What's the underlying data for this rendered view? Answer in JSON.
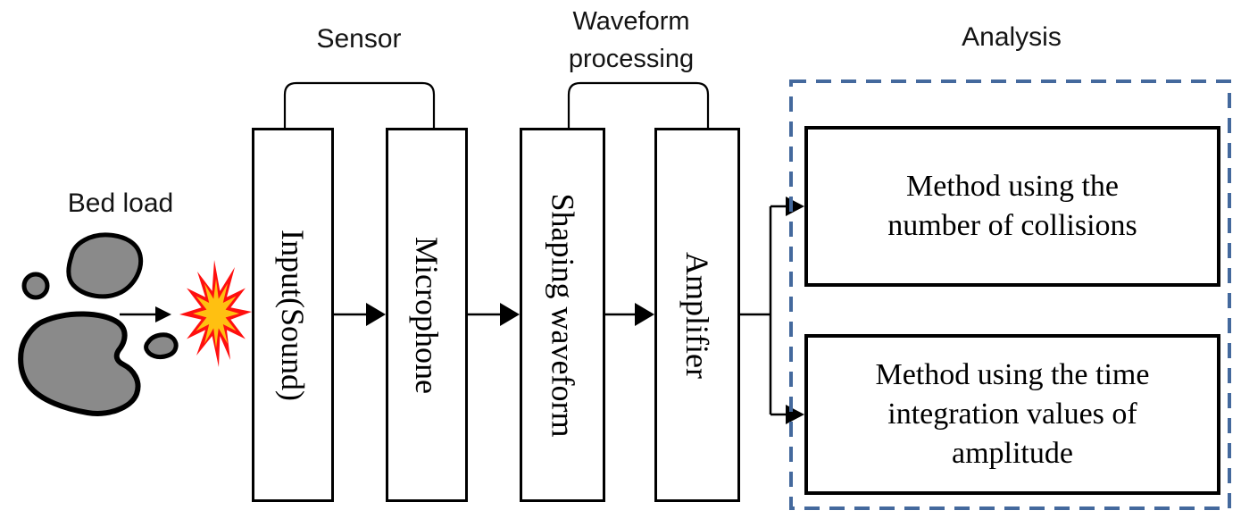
{
  "labels": {
    "bed_load": "Bed load",
    "sensor": "Sensor",
    "waveform_processing": "Waveform\nprocessing",
    "analysis": "Analysis"
  },
  "blocks": [
    {
      "label": "Input(Sound)"
    },
    {
      "label": "Microphone"
    },
    {
      "label": "Shaping waveform"
    },
    {
      "label": "Amplifier"
    }
  ],
  "analysis_methods": [
    {
      "label": "Method using the\nnumber of collisions"
    },
    {
      "label": "Method using the time\nintegration values of\namplitude"
    }
  ],
  "colors": {
    "analysis_border": "#44699D",
    "rock_fill": "#8A8A8A",
    "burst_outer": "#FF0F0F",
    "burst_inner": "#FFC011"
  }
}
